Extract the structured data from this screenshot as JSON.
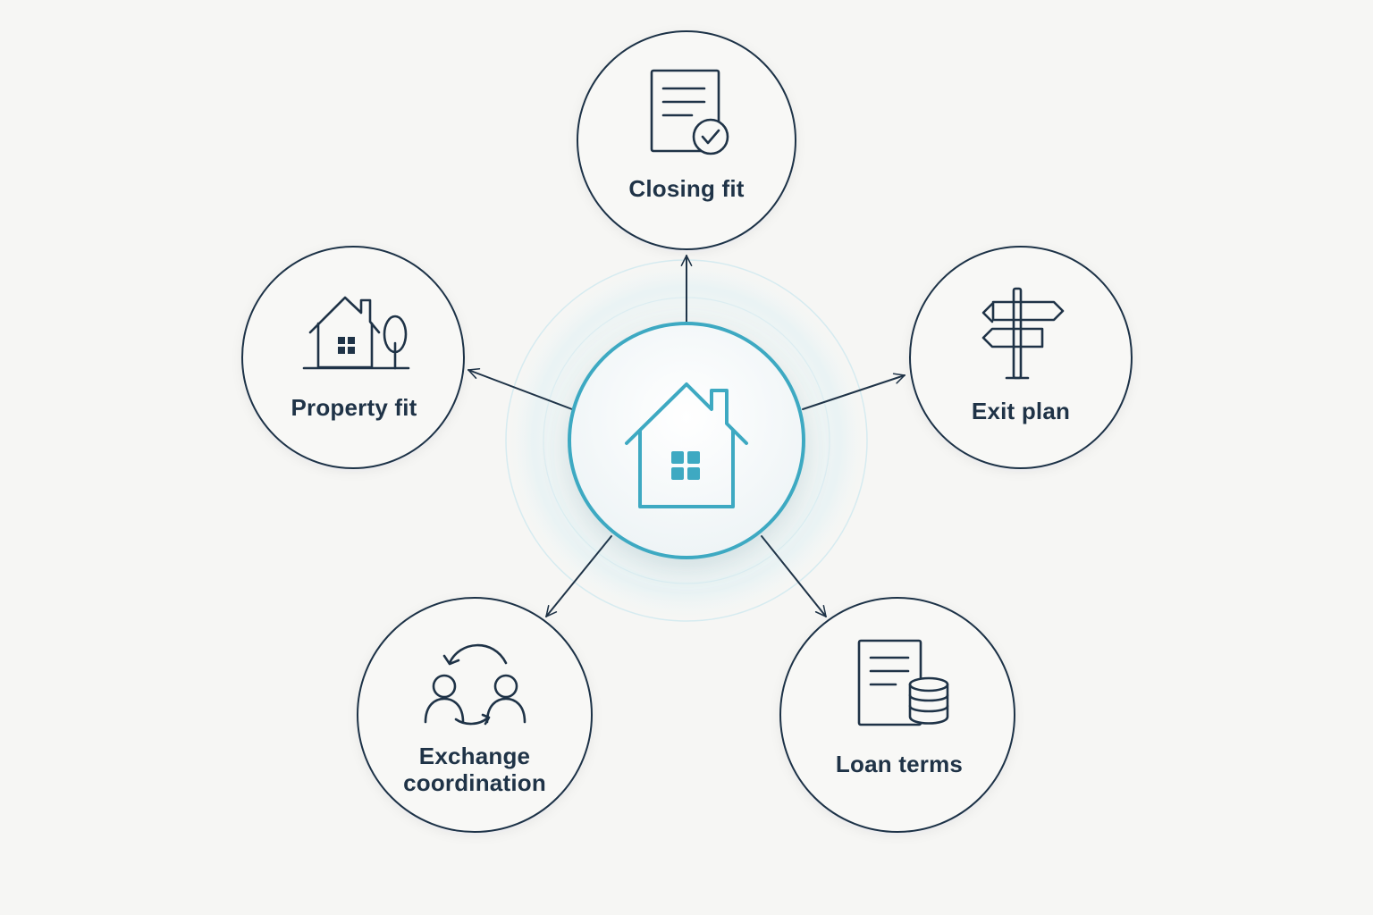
{
  "colors": {
    "background": "#f6f6f4",
    "outline": "#1f3347",
    "accent": "#3ea9c2",
    "halo": "#cfe9ef"
  },
  "center": {
    "icon": "house-icon"
  },
  "nodes": [
    {
      "id": "closing",
      "label": "Closing fit",
      "icon": "document-check-icon"
    },
    {
      "id": "property",
      "label": "Property fit",
      "icon": "house-tree-icon"
    },
    {
      "id": "exit",
      "label": "Exit plan",
      "icon": "signpost-icon"
    },
    {
      "id": "exchange",
      "label_line1": "Exchange",
      "label_line2": "coordination",
      "icon": "people-exchange-icon"
    },
    {
      "id": "loan",
      "label": "Loan terms",
      "icon": "document-coins-icon"
    }
  ]
}
